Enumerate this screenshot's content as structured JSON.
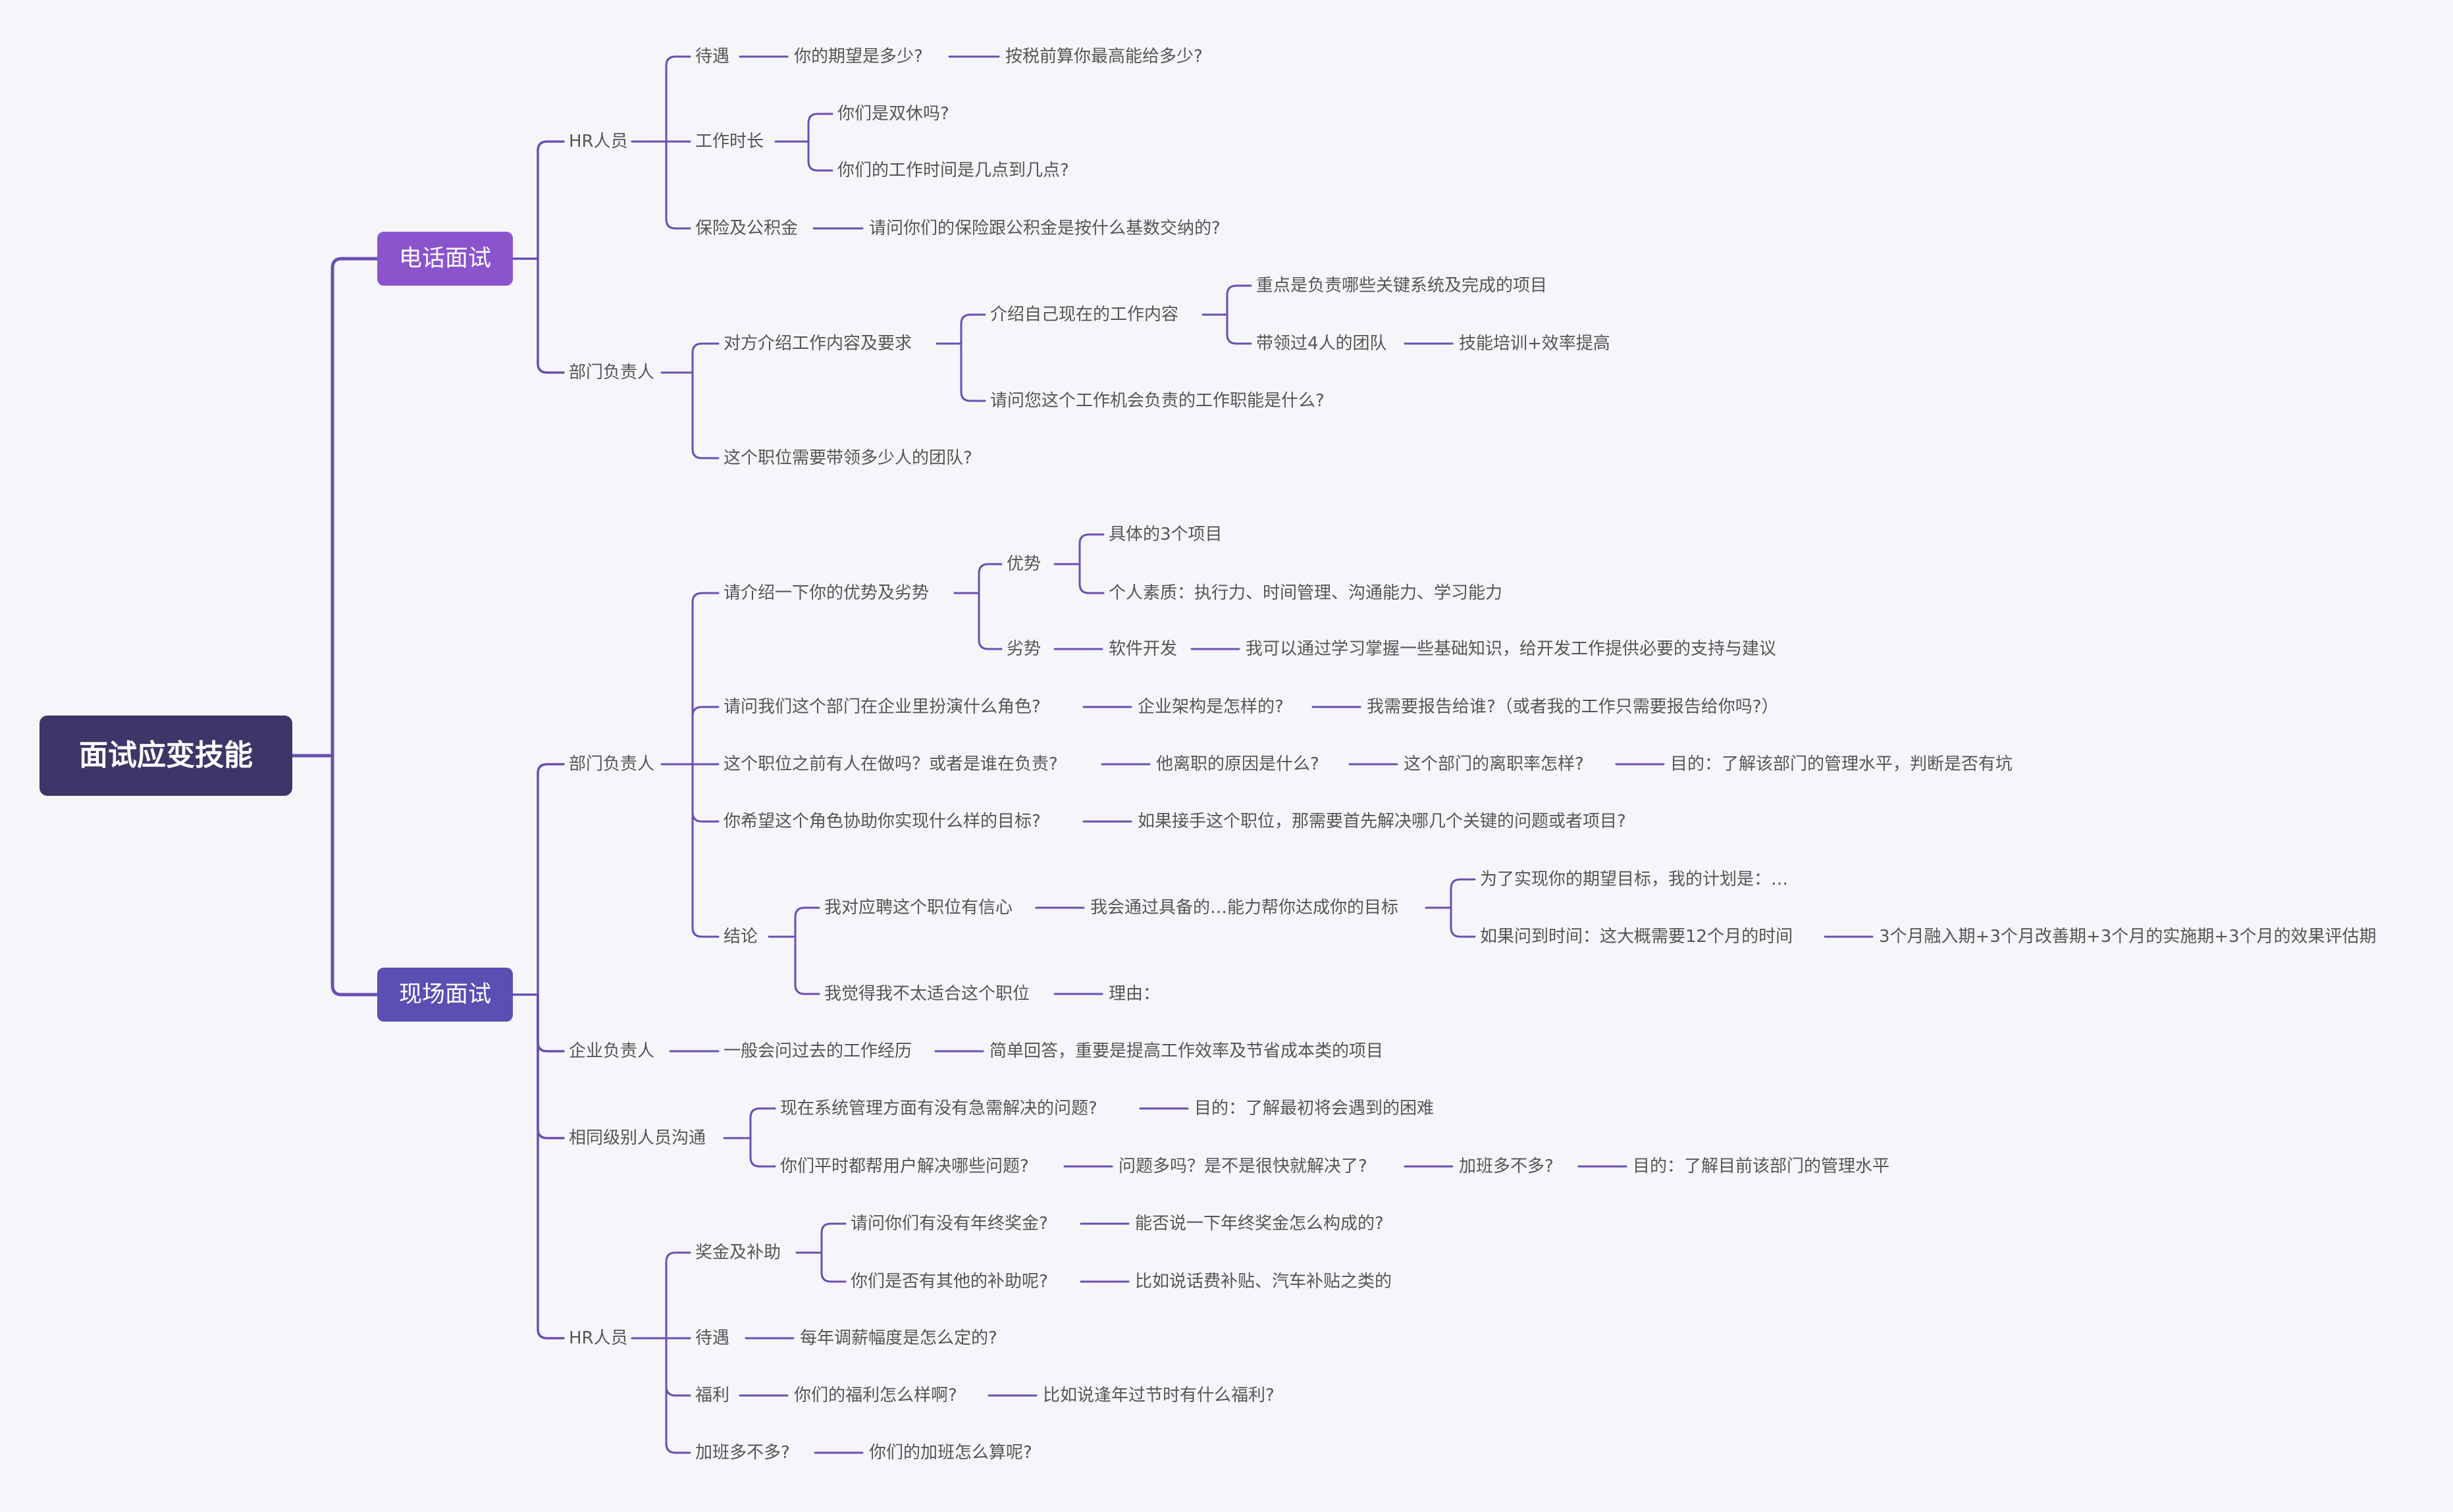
{
  "colors": {
    "background": "#f6f6fa",
    "root": "#3c3768",
    "phone": "#8a55cc",
    "onsite": "#5a4fb3",
    "line": "#6a4fb0",
    "text": "#555555"
  },
  "root": {
    "label": "面试应变技能"
  },
  "phone": {
    "label": "电话面试",
    "hr": {
      "label": "HR人员",
      "pay": {
        "label": "待遇",
        "q1": "你的期望是多少?",
        "q2": "按税前算你最高能给多少?"
      },
      "hours": {
        "label": "工作时长",
        "q1": "你们是双休吗?",
        "q2": "你们的工作时间是几点到几点?"
      },
      "insurance": {
        "label": "保险及公积金",
        "q1": "请问你们的保险跟公积金是按什么基数交纳的?"
      }
    },
    "dept": {
      "label": "部门负责人",
      "intro": {
        "label": "对方介绍工作内容及要求",
        "self": {
          "label": "介绍自己现在的工作内容",
          "focus": "重点是负责哪些关键系统及完成的项目",
          "team": "带领过4人的团队",
          "team_detail": "技能培训+效率提高"
        },
        "ask": "请问您这个工作机会负责的工作职能是什么?"
      },
      "team_size": "这个职位需要带领多少人的团队?"
    }
  },
  "onsite": {
    "label": "现场面试",
    "dept": {
      "label": "部门负责人",
      "sw": {
        "label": "请介绍一下你的优势及劣势",
        "strength": {
          "label": "优势",
          "a": "具体的3个项目",
          "b": "个人素质：执行力、时间管理、沟通能力、学习能力"
        },
        "weakness": {
          "label": "劣势",
          "a": "软件开发",
          "b": "我可以通过学习掌握一些基础知识，给开发工作提供必要的支持与建议"
        }
      },
      "role": {
        "label": "请问我们这个部门在企业里扮演什么角色?",
        "q1": "企业架构是怎样的?",
        "q2": "我需要报告给谁?（或者我的工作只需要报告给你吗?）"
      },
      "prev": {
        "label": "这个职位之前有人在做吗？或者是谁在负责?",
        "q1": "他离职的原因是什么?",
        "q2": "这个部门的离职率怎样?",
        "q3": "目的：了解该部门的管理水平，判断是否有坑"
      },
      "goal": {
        "label": "你希望这个角色协助你实现什么样的目标?",
        "q1": "如果接手这个职位，那需要首先解决哪几个关键的问题或者项目?"
      },
      "conclusion": {
        "label": "结论",
        "confident": {
          "label": "我对应聘这个职位有信心",
          "a": "我会通过具备的…能力帮你达成你的目标",
          "b1": "为了实现你的期望目标，我的计划是：…",
          "b2": "如果问到时间：这大概需要12个月的时间",
          "b2d": "3个月融入期+3个月改善期+3个月的实施期+3个月的效果评估期"
        },
        "notfit": {
          "label": "我觉得我不太适合这个职位",
          "a": "理由："
        }
      }
    },
    "ent": {
      "label": "企业负责人",
      "q1": "一般会问过去的工作经历",
      "q2": "简单回答，重要是提高工作效率及节省成本类的项目"
    },
    "peer": {
      "label": "相同级别人员沟通",
      "a": {
        "label": "现在系统管理方面有没有急需解决的问题?",
        "q1": "目的：了解最初将会遇到的困难"
      },
      "b": {
        "label": "你们平时都帮用户解决哪些问题?",
        "q1": "问题多吗？是不是很快就解决了?",
        "q2": "加班多不多?",
        "q3": "目的：了解目前该部门的管理水平"
      }
    },
    "hr": {
      "label": "HR人员",
      "bonus": {
        "label": "奖金及补助",
        "q1": "请问你们有没有年终奖金?",
        "q1a": "能否说一下年终奖金怎么构成的?",
        "q2": "你们是否有其他的补助呢?",
        "q2a": "比如说话费补贴、汽车补贴之类的"
      },
      "pay": {
        "label": "待遇",
        "q1": "每年调薪幅度是怎么定的?"
      },
      "welfare": {
        "label": "福利",
        "q1": "你们的福利怎么样啊?",
        "q2": "比如说逢年过节时有什么福利?"
      },
      "overtime": {
        "label": "加班多不多?",
        "q1": "你们的加班怎么算呢?"
      }
    }
  }
}
